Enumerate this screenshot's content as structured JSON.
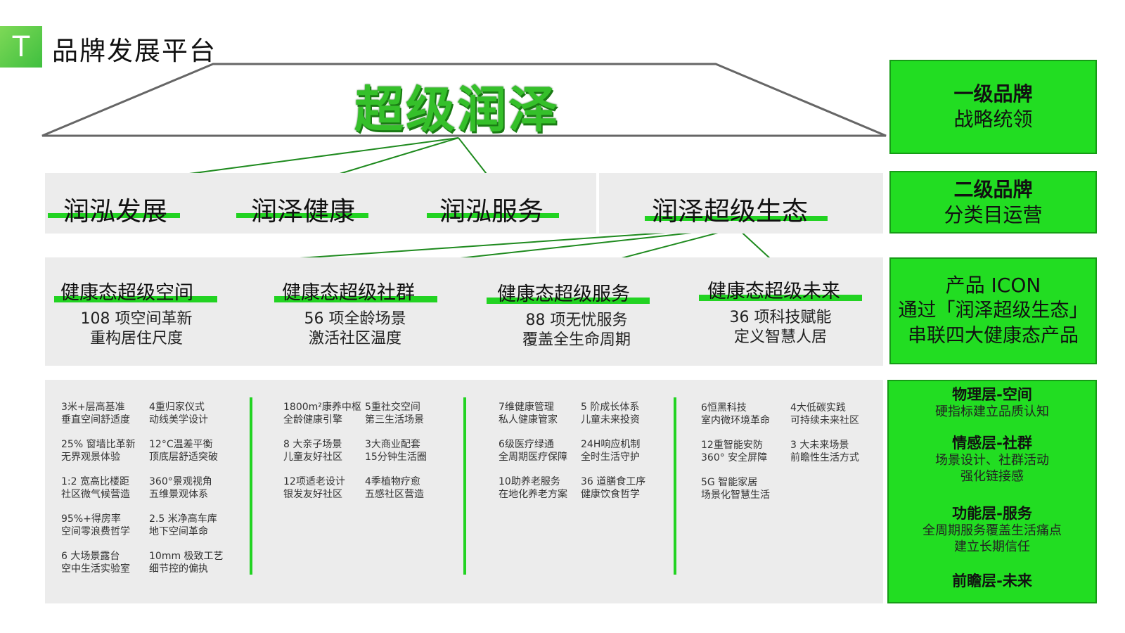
{
  "header": {
    "badge": "T",
    "title": "品牌发展平台"
  },
  "main_brand": "超级润泽",
  "level2": [
    "润泓发展",
    "润泽健康",
    "润泓服务",
    "润泽超级生态"
  ],
  "level3": [
    {
      "title": "健康态超级空间",
      "desc1": "108 项空间革新",
      "desc2": "重构居住尺度"
    },
    {
      "title": "健康态超级社群",
      "desc1": "56 项全龄场景",
      "desc2": "激活社区温度"
    },
    {
      "title": "健康态超级服务",
      "desc1": "88 项无忧服务",
      "desc2": "覆盖全生命周期"
    },
    {
      "title": "健康态超级未来",
      "desc1": "36 项科技赋能",
      "desc2": "定义智慧人居"
    }
  ],
  "details": [
    [
      [
        "3米+层高基准",
        "垂直空间舒适度"
      ],
      [
        "4重归家仪式",
        "动线美学设计"
      ],
      [
        "25% 窗墙比革新",
        "无界观景体验"
      ],
      [
        "12°C温差平衡",
        "顶底层舒适突破"
      ],
      [
        "1:2 宽高比楼距",
        "社区微气候营造"
      ],
      [
        "360°景观视角",
        "五维景观体系"
      ],
      [
        "95%+得房率",
        "空间零浪费哲学"
      ],
      [
        "2.5 米净高车库",
        "地下空间革命"
      ],
      [
        "6 大场景露台",
        "空中生活实验室"
      ],
      [
        "10mm 极致工艺",
        "细节控的偏执"
      ]
    ],
    [
      [
        "1800m²康养中枢",
        "全龄健康引擎"
      ],
      [
        "5重社交空间",
        "第三生活场景"
      ],
      [
        "8 大亲子场景",
        "儿童友好社区"
      ],
      [
        "3大商业配套",
        "15分钟生活圈"
      ],
      [
        "12项适老设计",
        "银发友好社区"
      ],
      [
        "4季植物疗愈",
        "五感社区营造"
      ]
    ],
    [
      [
        "7维健康管理",
        "私人健康管家"
      ],
      [
        "5 阶成长体系",
        "儿童未来投资"
      ],
      [
        "6级医疗绿通",
        "全周期医疗保障"
      ],
      [
        "24H响应机制",
        "全时生活守护"
      ],
      [
        "10助养老服务",
        "在地化养老方案"
      ],
      [
        "36 道膳食工序",
        "健康饮食哲学"
      ]
    ],
    [
      [
        "6恒黑科技",
        "室内微环境革命"
      ],
      [
        "4大低碳实践",
        "可持续未来社区"
      ],
      [
        "12重智能安防",
        "360° 安全屏障"
      ],
      [
        "3 大未来场景",
        "前瞻性生活方式"
      ],
      [
        "5G 智能家居",
        "场景化智慧生活"
      ]
    ]
  ],
  "side": {
    "box1": {
      "t1": "一级品牌",
      "t2": "战略统领"
    },
    "box2": {
      "t1": "二级品牌",
      "t2": "分类目运营"
    },
    "box3": {
      "t1": "产品 ICON",
      "t2": "通过「润泽超级生态」",
      "t3": "串联四大健康态产品"
    },
    "box4": [
      {
        "title": "物理层-空间",
        "lines": [
          "硬指标建立品质认知"
        ]
      },
      {
        "title": "情感层-社群",
        "lines": [
          "场景设计、社群活动",
          "强化链接感"
        ]
      },
      {
        "title": "功能层-服务",
        "lines": [
          "全周期服务覆盖生活痛点",
          "建立长期信任"
        ]
      },
      {
        "title": "前瞻层-未来",
        "lines": []
      }
    ]
  },
  "colors": {
    "accent": "#22dd22",
    "band": "#ececec",
    "title_green": "#35c02a"
  }
}
